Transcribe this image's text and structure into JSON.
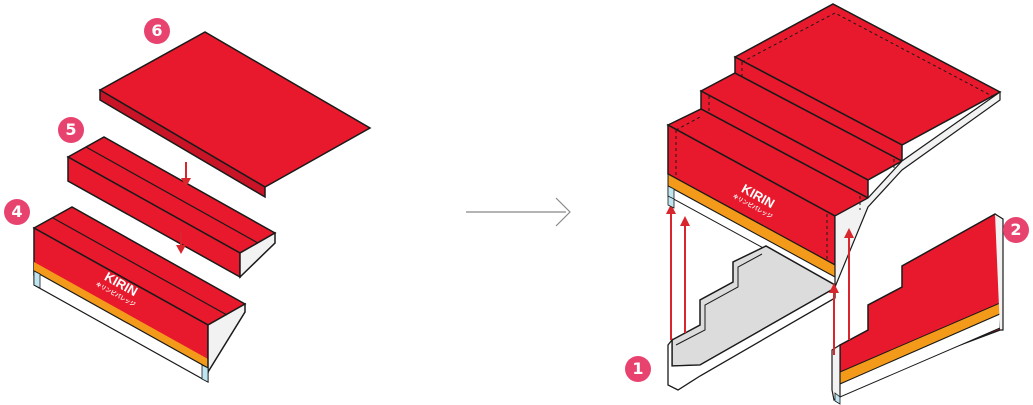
{
  "colors": {
    "red": "#e8192c",
    "outline": "#1a1a1a",
    "orange": "#f39a1a",
    "white": "#ffffff",
    "gray": "#dcdcdc",
    "pink_badge": "#e8436f",
    "arrow_red": "#d9262c",
    "connector": "#888888",
    "light_blue": "#bfe6f0"
  },
  "parts": {
    "p1": "1",
    "p2": "2",
    "p4": "4",
    "p5": "5",
    "p6": "6"
  },
  "logo": {
    "brand": "KIRIN",
    "sub": "キリンビバレッジ"
  }
}
